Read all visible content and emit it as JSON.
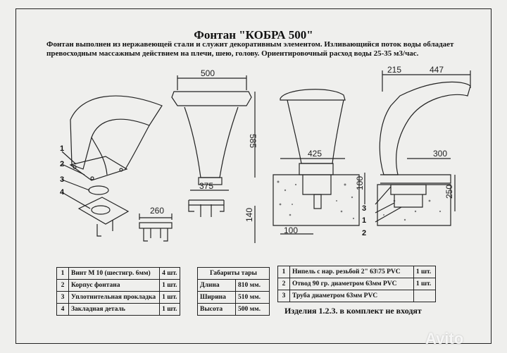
{
  "document": {
    "title": "Фонтан \"КОБРА 500\"",
    "description_line1": "Фонтан выполнен из нержавеющей стали и служит декоративным элементом. Изливающийся поток воды обладает",
    "description_line2": "превосходным массажным  действием на плечи, шею, голову.  Ориентировочный расход воды   25-35 м3/час."
  },
  "drawing_labels": {
    "callouts": [
      "1",
      "2",
      "3",
      "4"
    ],
    "side_callouts": [
      "3",
      "1",
      "2"
    ],
    "dim_260": "260",
    "dim_500": "500",
    "dim_585": "585",
    "dim_375": "375",
    "dim_140": "140",
    "dim_425": "425",
    "dim_100_vertical": "100",
    "dim_100": "100",
    "dim_215": "215",
    "dim_447": "447",
    "dim_300": "300",
    "dim_250": "250"
  },
  "parts_table": [
    {
      "num": "1",
      "name": "Винт М 10  (шестигр. 6мм)",
      "qty": "4 шт."
    },
    {
      "num": "2",
      "name": "Корпус фонтана",
      "qty": "1 шт."
    },
    {
      "num": "3",
      "name": "Уплотнительная прокладка",
      "qty": "1 шт."
    },
    {
      "num": "4",
      "name": "Закладная деталь",
      "qty": "1 шт."
    }
  ],
  "box_table": {
    "header": "Габариты тары",
    "rows": [
      {
        "label": "Длина",
        "value": "810 мм."
      },
      {
        "label": "Ширина",
        "value": "510 мм."
      },
      {
        "label": "Высота",
        "value": "500 мм."
      }
    ]
  },
  "fittings_table": [
    {
      "num": "1",
      "name": "Нипель с нар. резьбой 2\" 63\\75 PVC",
      "qty": "1 шт."
    },
    {
      "num": "2",
      "name": "Отвод 90 гр. диаметром 63мм PVC",
      "qty": "1 шт."
    },
    {
      "num": "3",
      "name": "Труба  диаметром 63мм PVC",
      "qty": ""
    }
  ],
  "note": "Изделия 1.2.3. в комплект не входят",
  "watermark": "Avito",
  "colors": {
    "paper": "#efefed",
    "ink": "#222222",
    "hatch": "#555555"
  }
}
